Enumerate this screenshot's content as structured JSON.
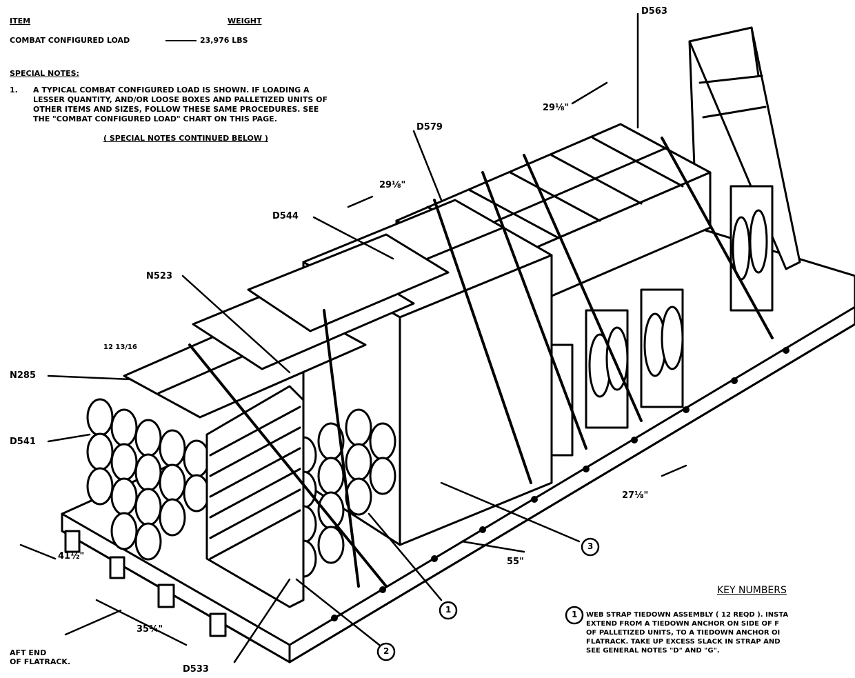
{
  "header": {
    "item_label": "ITEM",
    "weight_label": "WEIGHT",
    "load_name": "COMBAT CONFIGURED LOAD",
    "load_weight": "23,976 LBS"
  },
  "special_notes": {
    "title": "SPECIAL NOTES:",
    "note1_number": "1.",
    "note1_lines": [
      "A TYPICAL COMBAT CONFIGURED LOAD IS SHOWN. IF LOADING A",
      "LESSER QUANTITY, AND/OR LOOSE BOXES AND PALLETIZED UNITS OF",
      "OTHER ITEMS AND SIZES, FOLLOW THESE SAME PROCEDURES. SEE",
      "THE \"COMBAT CONFIGURED LOAD\" CHART ON THIS PAGE."
    ],
    "continued": "( SPECIAL NOTES CONTINUED BELOW )"
  },
  "part_labels": {
    "d563": "D563",
    "d579": "D579",
    "d544": "D544",
    "n523": "N523",
    "n285": "N285",
    "d541": "D541",
    "d533": "D533"
  },
  "dimensions": {
    "d_29a": "29⅛\"",
    "d_29b": "29⅛\"",
    "d_12": "12 13/16",
    "d_27": "27⅛\"",
    "d_55": "55\"",
    "d_41": "41½\"",
    "d_35": "35¾\""
  },
  "aft_end": [
    "AFT END",
    "OF FLATRACK."
  ],
  "callouts": {
    "c1": "1",
    "c2": "2",
    "c3": "3"
  },
  "key_numbers": {
    "title": "KEY NUMBERS",
    "item1_number": "1",
    "item1_lines": [
      "WEB STRAP TIEDOWN ASSEMBLY ( 12 REQD ). INSTA",
      "EXTEND FROM A TIEDOWN ANCHOR ON SIDE OF F",
      "OF PALLETIZED UNITS, TO A TIEDOWN ANCHOR OI",
      "FLATRACK. TAKE UP EXCESS SLACK IN STRAP AND",
      "SEE GENERAL NOTES \"D\" AND \"G\"."
    ]
  }
}
